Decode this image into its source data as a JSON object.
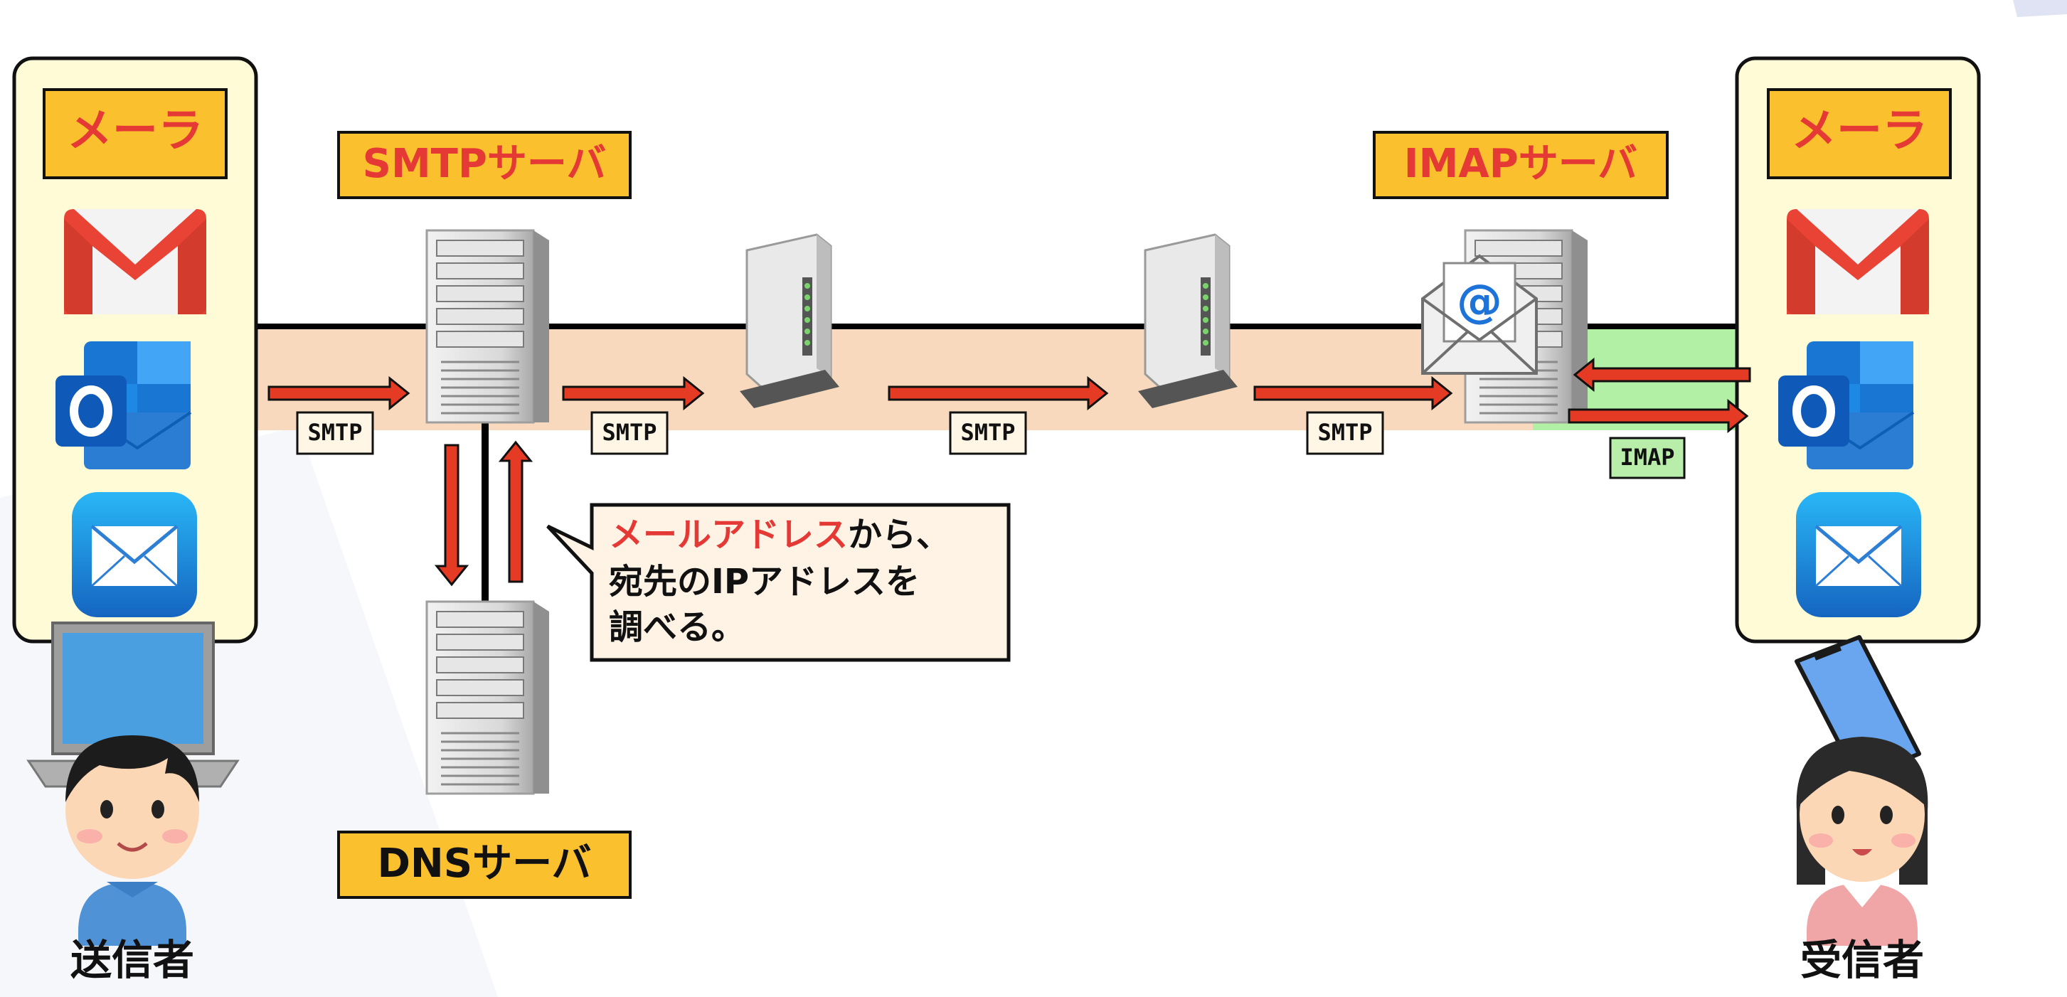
{
  "labels": {
    "mailer_left": "メーラ",
    "mailer_right": "メーラ",
    "smtp_server": "SMTPサーバ",
    "imap_server": "IMAPサーバ",
    "dns_server": "DNSサーバ",
    "sender": "送信者",
    "receiver": "受信者"
  },
  "protocol_tags": {
    "smtp_1": "SMTP",
    "smtp_2": "SMTP",
    "smtp_3": "SMTP",
    "smtp_4": "SMTP",
    "imap": "IMAP"
  },
  "callout": {
    "highlight": "メールアドレス",
    "line1_rest": "から、",
    "line2": "宛先のIPアドレスを",
    "line3": "調べる。"
  },
  "colors": {
    "label_bg": "#fbc02d",
    "label_text": "#e53935",
    "mailer_panel_bg": "#fffbd6",
    "route_band": "#f9d9bd",
    "imap_band": "#b2f0a6",
    "arrow_red": "#e53a23",
    "tag_bg": "#fff6e6",
    "imap_tag_bg": "#b9eeaa",
    "callout_bg": "#fff3e6",
    "callout_highlight": "#e53935"
  },
  "icons": [
    "gmail-icon",
    "outlook-icon",
    "mail-app-icon",
    "server-icon",
    "router-icon",
    "envelope-at-icon",
    "laptop-icon",
    "smartphone-icon",
    "person-icon"
  ]
}
